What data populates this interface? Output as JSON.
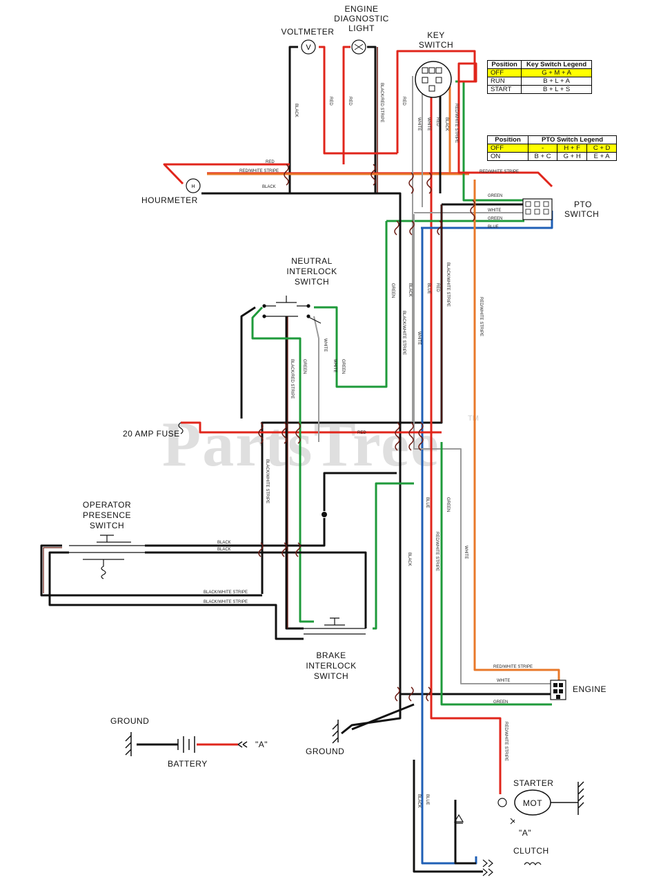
{
  "labels": {
    "engine_diag_light": [
      "ENGINE",
      "DIAGNOSTIC",
      "LIGHT"
    ],
    "voltmeter": "VOLTMETER",
    "key_switch": [
      "KEY",
      "SWITCH"
    ],
    "hourmeter": "HOURMETER",
    "pto_switch": [
      "PTO",
      "SWITCH"
    ],
    "neutral_interlock": [
      "NEUTRAL",
      "INTERLOCK",
      "SWITCH"
    ],
    "fuse": "20 AMP FUSE",
    "operator_presence": [
      "OPERATOR",
      "PRESENCE",
      "SWITCH"
    ],
    "brake_interlock": [
      "BRAKE",
      "INTERLOCK",
      "SWITCH"
    ],
    "engine": "ENGINE",
    "ground_left": "GROUND",
    "battery": "BATTERY",
    "battery_a": "\"A\"",
    "ground_center": "GROUND",
    "starter": "STARTER",
    "mot": "MOT",
    "starter_a": "\"A\"",
    "clutch": "CLUTCH"
  },
  "key_switch_legend": {
    "headers": [
      "Position",
      "Key Switch Legend"
    ],
    "rows": [
      {
        "position": "OFF",
        "value": "G + M + A",
        "highlight": true
      },
      {
        "position": "RUN",
        "value": "B + L + A",
        "highlight": false
      },
      {
        "position": "START",
        "value": "B + L + S",
        "highlight": false
      }
    ]
  },
  "pto_switch_legend": {
    "headers": [
      "Position",
      "PTO Switch Legend"
    ],
    "rows": [
      {
        "position": "OFF",
        "values": [
          "-",
          "H + F",
          "C + D"
        ],
        "highlight": true
      },
      {
        "position": "ON",
        "values": [
          "B + C",
          "G + H",
          "E + A"
        ],
        "highlight": false
      }
    ]
  },
  "wire_labels": {
    "black": "BLACK",
    "red": "RED",
    "white": "WHITE",
    "green": "GREEN",
    "blue": "BLUE",
    "black_red": "BLACK/RED STRIPE",
    "red_white": "RED/WHITE STRIPE",
    "black_white": "BLACK/WHITE STRIPE"
  },
  "watermark": "PartsTree",
  "watermark_tm": "TM",
  "wire_colors": {
    "black": "#111111",
    "red": "#e0251b",
    "green": "#1e9a3a",
    "blue": "#1f5fb5",
    "white": "#9a9a9a",
    "orange": "#e8782a",
    "brown": "#6b1a12"
  }
}
